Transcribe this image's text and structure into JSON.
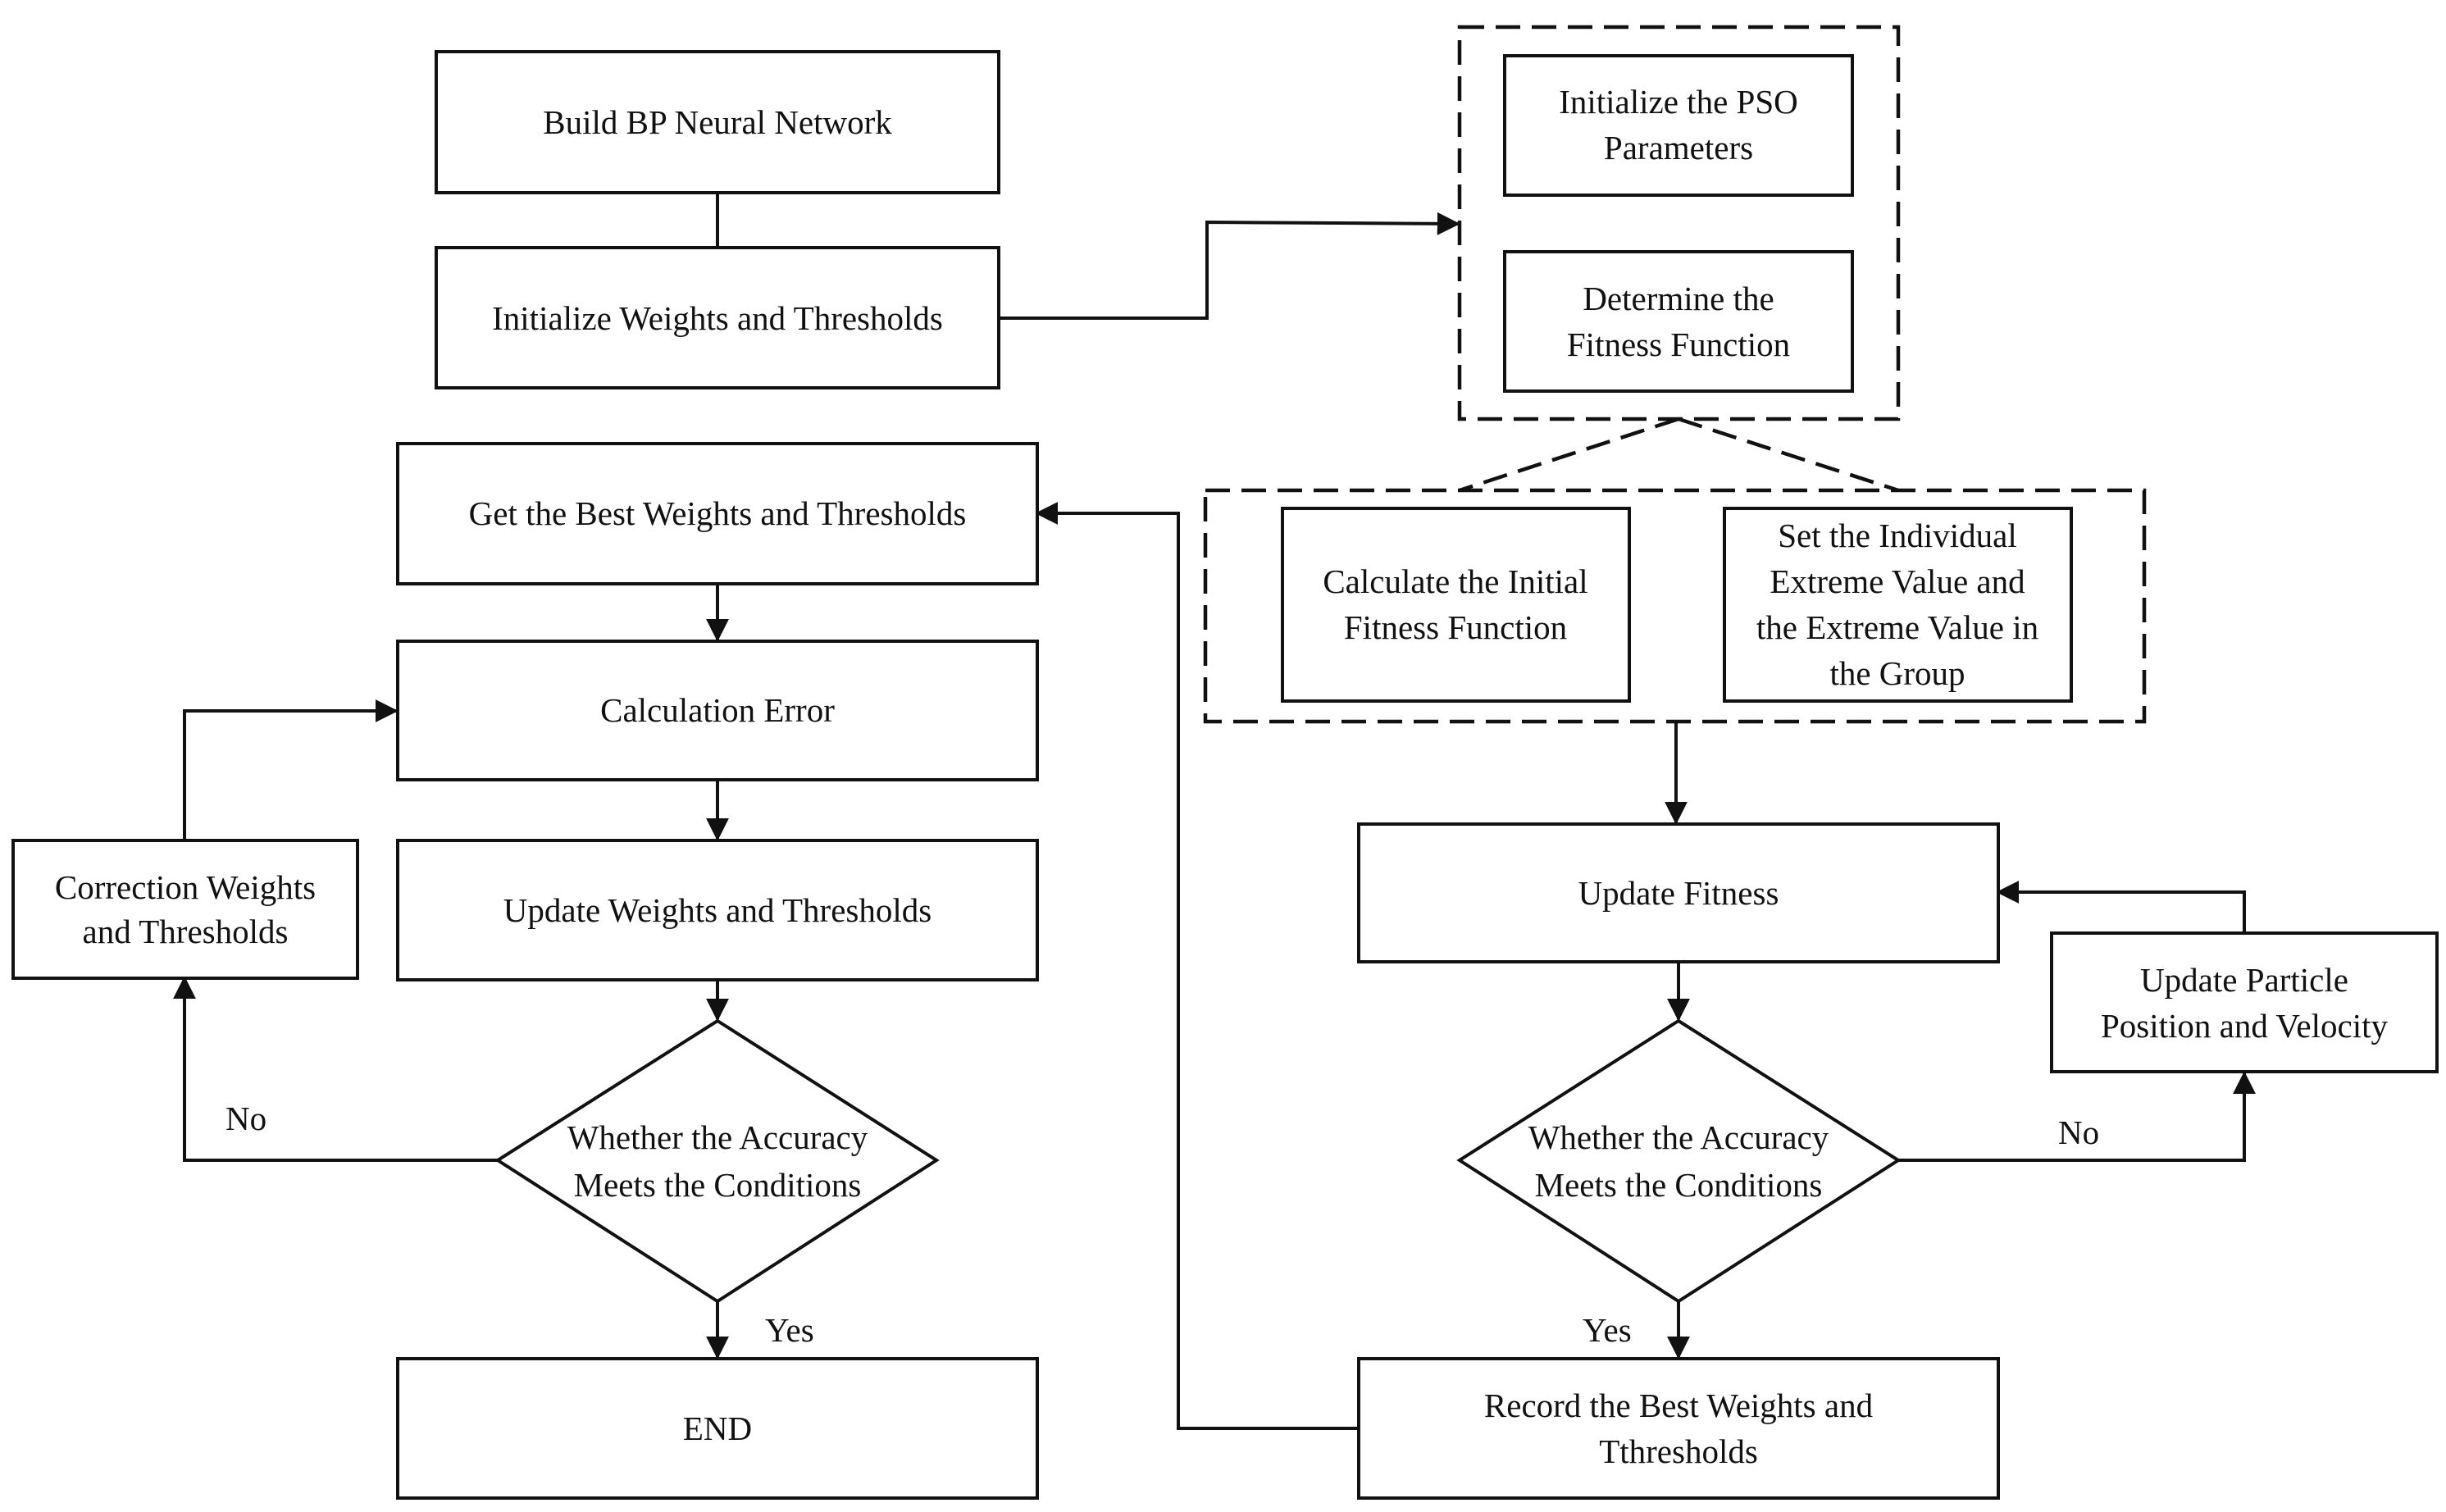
{
  "nodes": {
    "build_bp": {
      "lines": [
        "Build BP Neural Network"
      ]
    },
    "init_weights": {
      "lines": [
        "Initialize Weights and Thresholds"
      ]
    },
    "init_pso": {
      "lines": [
        "Initialize the PSO",
        "Parameters"
      ]
    },
    "fitness_fn": {
      "lines": [
        "Determine the",
        "Fitness Function"
      ]
    },
    "get_best": {
      "lines": [
        "Get the Best Weights and Thresholds"
      ]
    },
    "calc_initial": {
      "lines": [
        "Calculate the Initial",
        "Fitness Function"
      ]
    },
    "set_extreme": {
      "lines": [
        "Set the Individual",
        "Extreme Value and",
        "the Extreme Value in",
        "the Group"
      ]
    },
    "calc_error": {
      "lines": [
        "Calculation Error"
      ]
    },
    "correction": {
      "lines": [
        "Correction Weights",
        "and Thresholds"
      ]
    },
    "update_wt": {
      "lines": [
        "Update Weights and Thresholds"
      ]
    },
    "update_fitness": {
      "lines": [
        "Update Fitness"
      ]
    },
    "update_particle": {
      "lines": [
        "Update Particle",
        "Position and Velocity"
      ]
    },
    "accuracy_left": {
      "lines": [
        "Whether the Accuracy",
        "Meets the Conditions"
      ]
    },
    "accuracy_right": {
      "lines": [
        "Whether the Accuracy",
        "Meets the Conditions"
      ]
    },
    "end": {
      "lines": [
        "END"
      ]
    },
    "record_best": {
      "lines": [
        "Record the Best Weights and",
        "Tthresholds"
      ]
    }
  },
  "edges": {
    "no_left": "No",
    "yes_left": "Yes",
    "no_right": "No",
    "yes_right": "Yes"
  },
  "colors": {
    "stroke": "#111111",
    "background": "#ffffff"
  }
}
